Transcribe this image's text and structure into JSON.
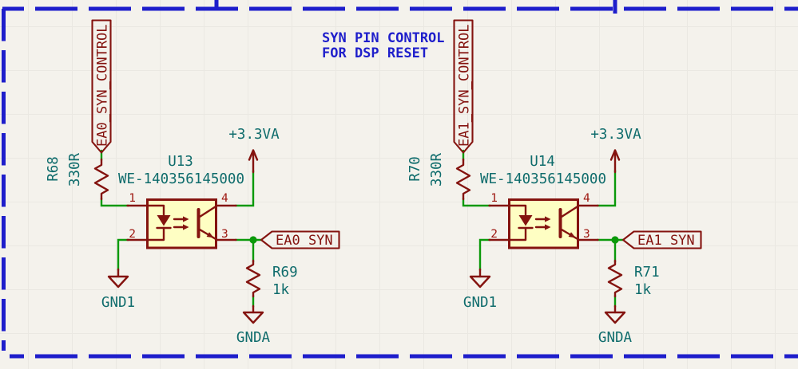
{
  "note": {
    "line1": "SYN PIN CONTROL",
    "line2": "FOR DSP RESET"
  },
  "colors": {
    "background": "#F4F2EC",
    "grid": "#EAE8E2",
    "symbol_maroon": "#84130F",
    "pin_number_red": "#9E1710",
    "field_teal": "#0F6C6C",
    "wire_green": "#0A990A",
    "note_blue": "#1E1ECB",
    "body_yellow": "#FEFEC3"
  },
  "circuits": [
    {
      "control_net": "EA0_SYN_CONTROL",
      "series_resistor": {
        "ref": "R68",
        "value": "330R"
      },
      "optocoupler": {
        "ref": "U13",
        "value": "WE-140356145000",
        "pin1": "1",
        "pin2": "2",
        "pin3": "3",
        "pin4": "4"
      },
      "power_net": "+3.3VA",
      "output_net": "EA0_SYN",
      "pulldown_resistor": {
        "ref": "R69",
        "value": "1k"
      },
      "ground_input": "GND1",
      "ground_output": "GNDA"
    },
    {
      "control_net": "EA1_SYN_CONTROL",
      "series_resistor": {
        "ref": "R70",
        "value": "330R"
      },
      "optocoupler": {
        "ref": "U14",
        "value": "WE-140356145000",
        "pin1": "1",
        "pin2": "2",
        "pin3": "3",
        "pin4": "4"
      },
      "power_net": "+3.3VA",
      "output_net": "EA1_SYN",
      "pulldown_resistor": {
        "ref": "R71",
        "value": "1k"
      },
      "ground_input": "GND1",
      "ground_output": "GNDA"
    }
  ]
}
